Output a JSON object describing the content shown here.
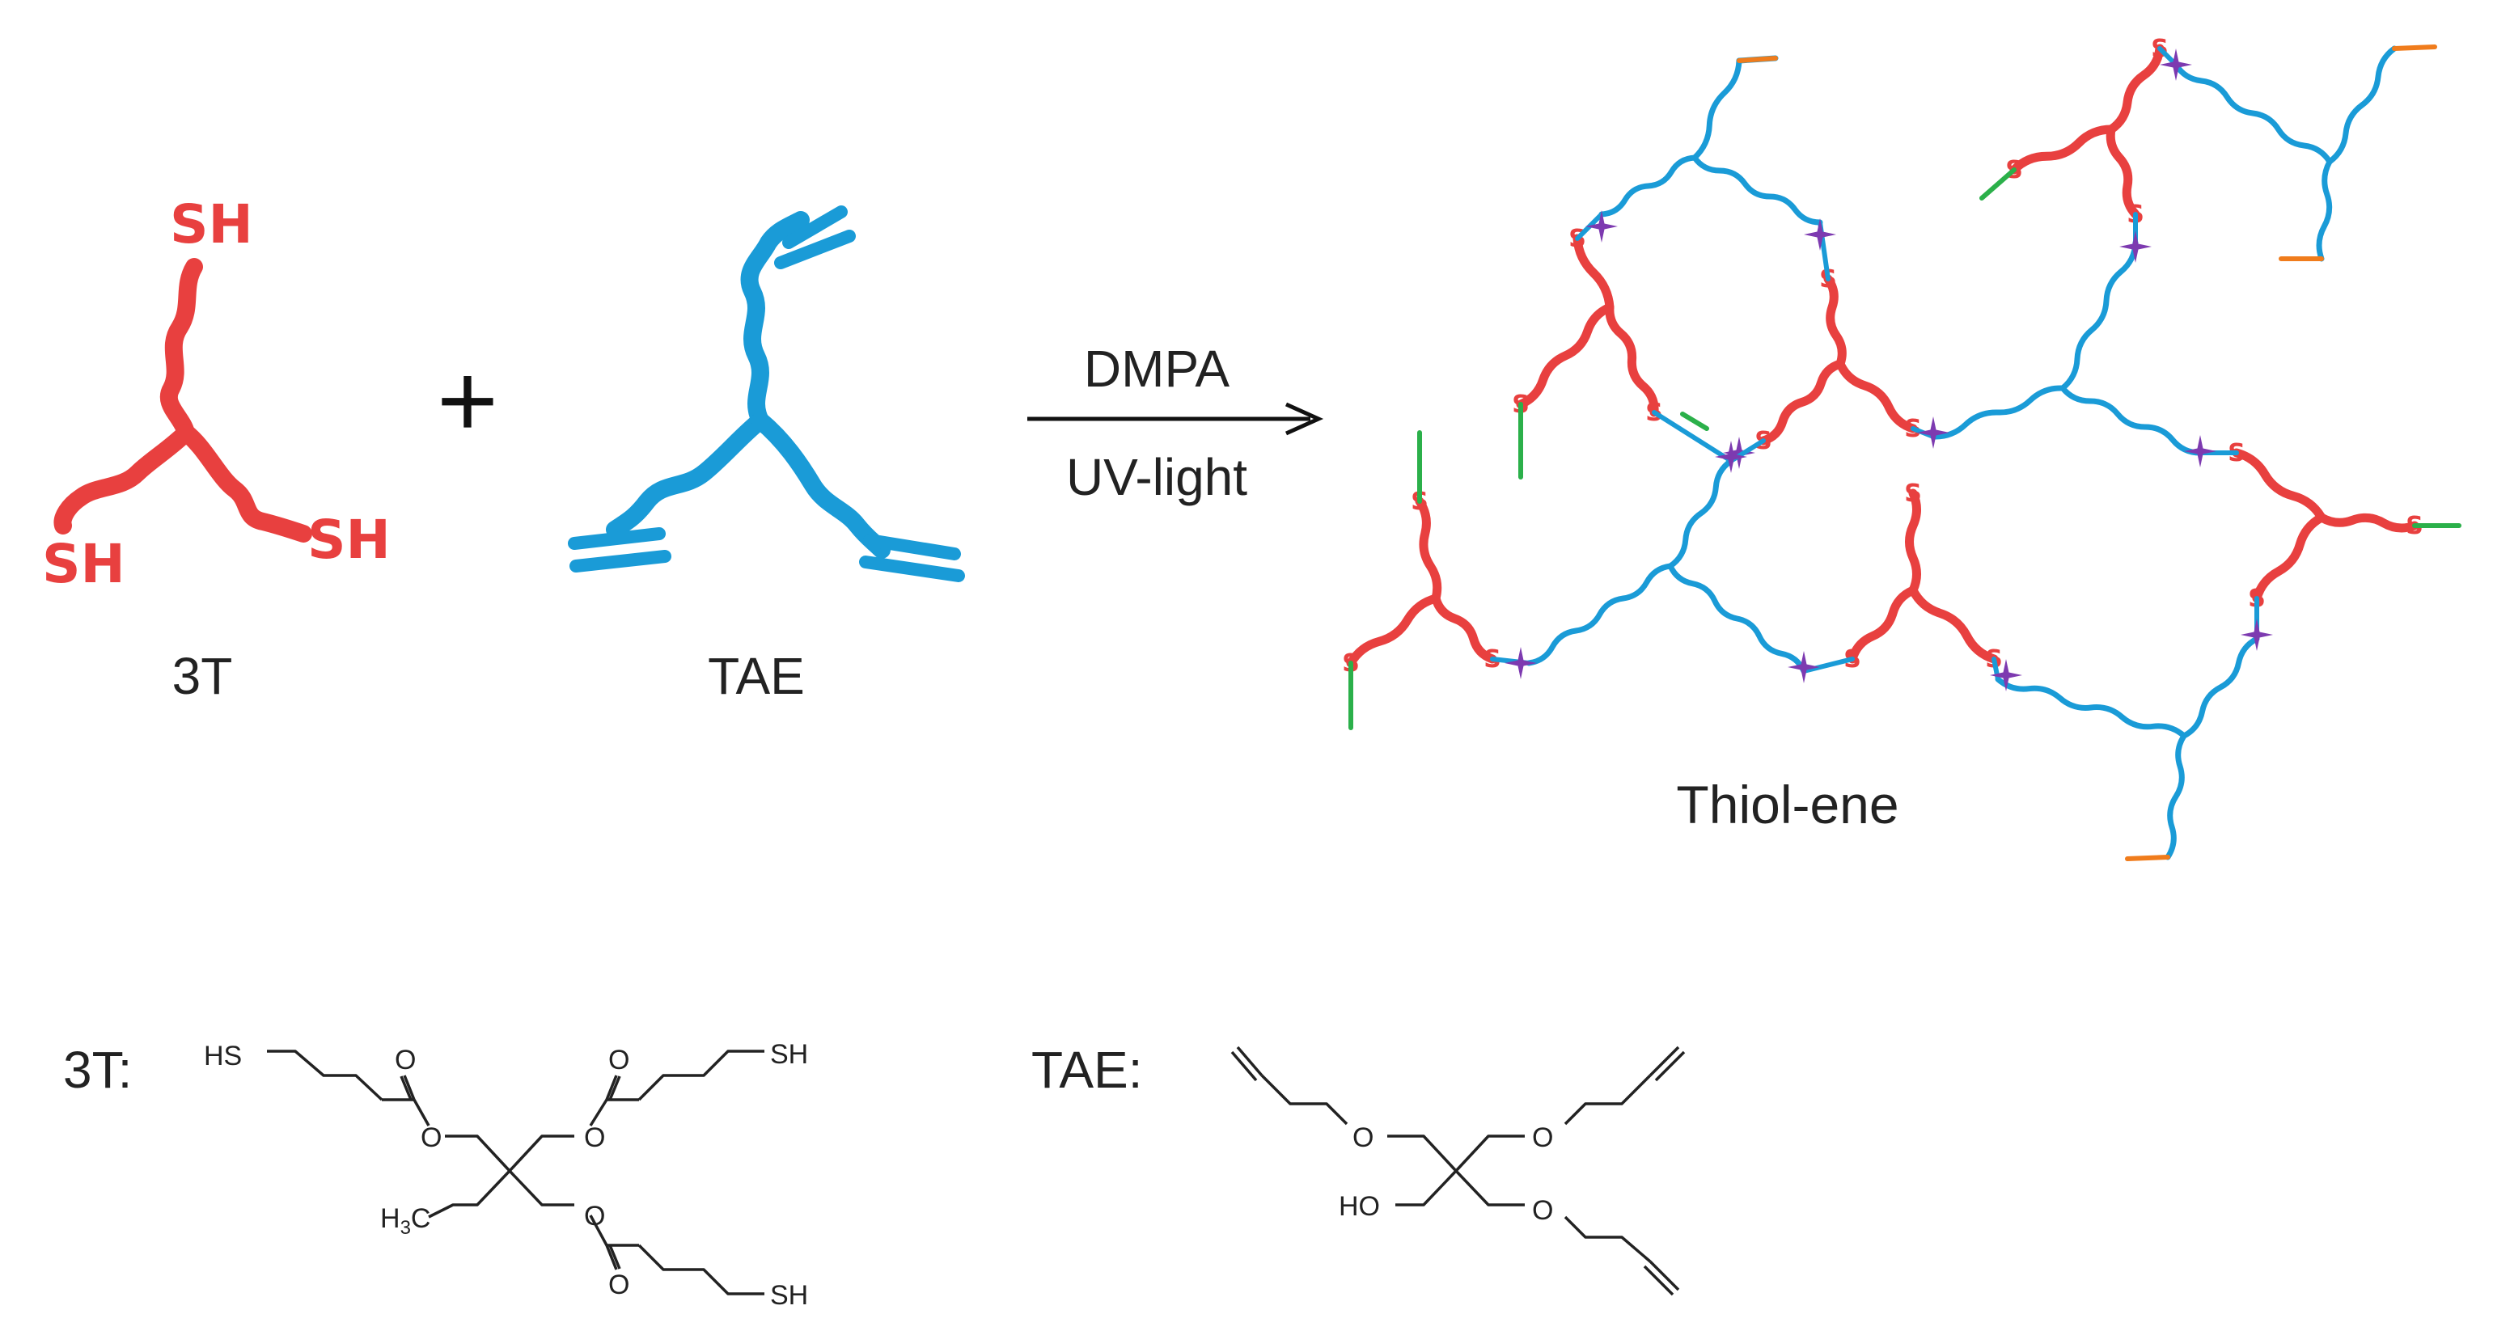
{
  "colors": {
    "thiol": "#e8403f",
    "ene": "#1a9bd7",
    "crosslink": "#7d3ab0",
    "end_green": "#2bb04a",
    "end_orange": "#f07c1c",
    "ink": "#222222"
  },
  "reactants": {
    "thiol": {
      "name": "3T",
      "group_label": "SH"
    },
    "ene": {
      "name": "TAE"
    },
    "plus": "+"
  },
  "arrow": {
    "top_label": "DMPA",
    "bottom_label": "UV-light"
  },
  "product": {
    "name": "Thiol-ene",
    "sulfur_label": "S"
  },
  "structures": {
    "thiol": {
      "label": "3T:",
      "hs": "HS",
      "sh": "SH",
      "o": "O",
      "h3c": "H",
      "h3c_sub": "3",
      "h3c_c": "C"
    },
    "ene": {
      "label": "TAE:",
      "o": "O",
      "ho": "HO"
    }
  }
}
